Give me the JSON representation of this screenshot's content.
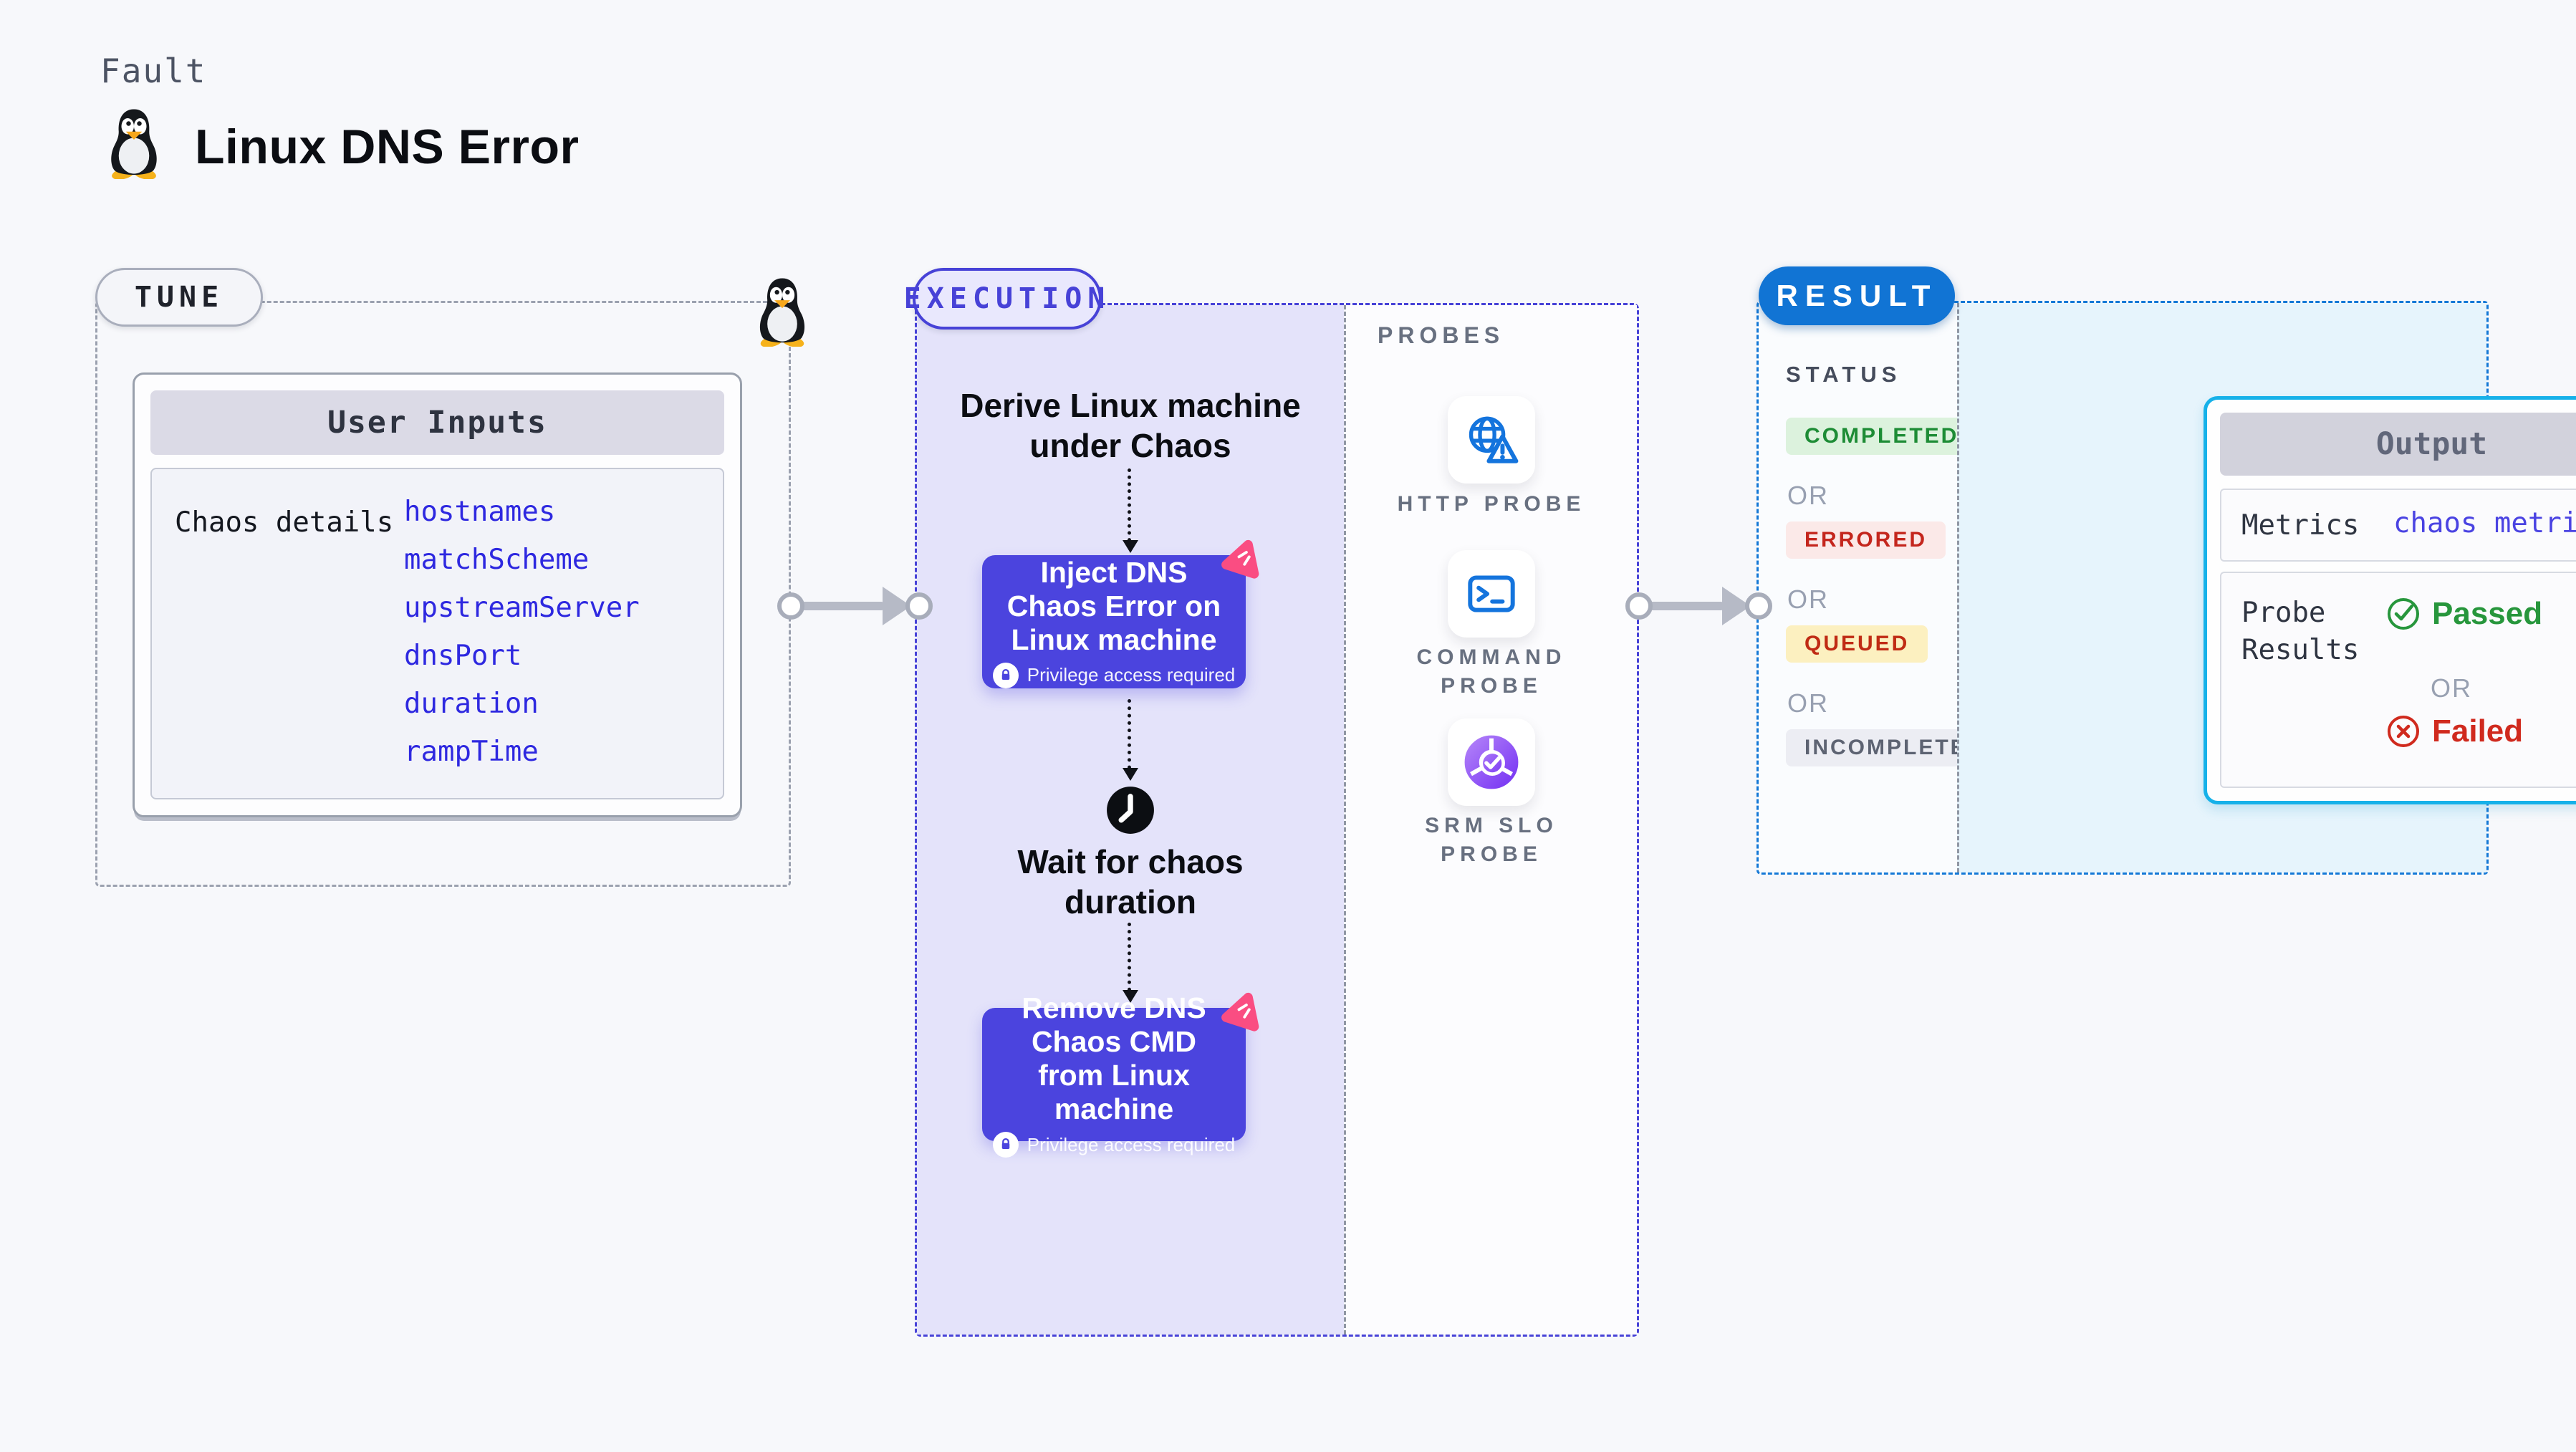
{
  "page": {
    "eyebrow": "Fault",
    "title": "Linux DNS Error",
    "background": "#f7f8fb"
  },
  "tune": {
    "label": "TUNE",
    "user_inputs": {
      "header": "User Inputs",
      "row_label": "Chaos details",
      "params": [
        "hostnames",
        "matchScheme",
        "upstreamServer",
        "dnsPort",
        "duration",
        "rampTime"
      ]
    }
  },
  "execution": {
    "label": "EXECUTION",
    "steps": {
      "derive": "Derive Linux machine under Chaos",
      "inject": "Inject DNS Chaos Error on Linux machine",
      "wait": "Wait for chaos duration",
      "remove": "Remove DNS Chaos CMD from Linux machine",
      "privilege_note": "Privilege access required"
    },
    "probes": {
      "label": "PROBES",
      "items": [
        {
          "label": "HTTP PROBE",
          "icon": "globe-alert-icon"
        },
        {
          "label": "COMMAND PROBE",
          "icon": "terminal-icon"
        },
        {
          "label": "SRM SLO PROBE",
          "icon": "slo-donut-icon"
        }
      ]
    }
  },
  "result": {
    "label": "RESULT",
    "status": {
      "title": "STATUS",
      "separator": "OR",
      "items": [
        {
          "label": "COMPLETED",
          "fg": "#1d8c35",
          "bg": "#dcf2dd"
        },
        {
          "label": "ERRORED",
          "fg": "#c4261d",
          "bg": "#fbe9e8"
        },
        {
          "label": "QUEUED",
          "fg": "#c02b14",
          "bg": "#fcf0c0"
        },
        {
          "label": "INCOMPLETED",
          "fg": "#5d6372",
          "bg": "#ecedf3"
        }
      ]
    },
    "output": {
      "header": "Output",
      "metrics_label": "Metrics",
      "metrics_value": "chaos metrics",
      "probe_results_label": "Probe Results",
      "passed": "Passed",
      "or": "OR",
      "failed": "Failed"
    }
  },
  "colors": {
    "accent_indigo": "#4b44de",
    "accent_blue": "#1174d4",
    "accent_cyan": "#16b1e9",
    "chaos_pink": "#fa4d82",
    "param_blue": "#2e28e0",
    "passed_green": "#27963c",
    "failed_red": "#d02a1e",
    "arrow_gray": "#b6bac6",
    "lavender": "#e4e3fa"
  }
}
